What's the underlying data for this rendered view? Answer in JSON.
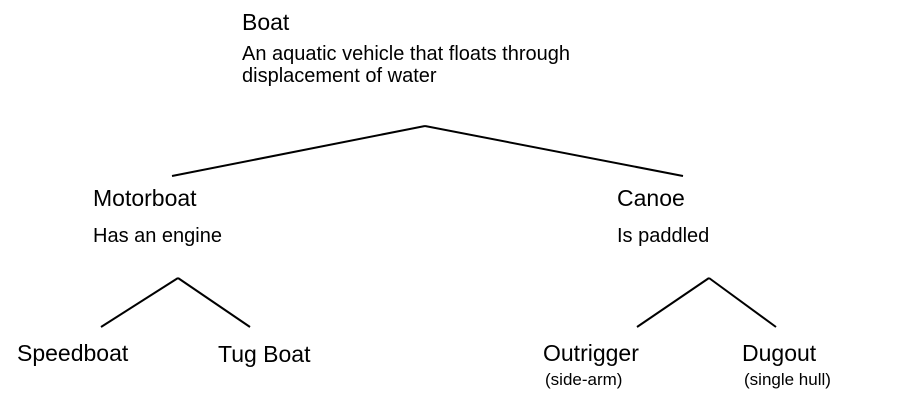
{
  "root": {
    "name": "Boat",
    "description_line1": "An aquatic vehicle that floats through",
    "description_line2": "displacement of water"
  },
  "left_branch": {
    "name": "Motorboat",
    "description": "Has an engine",
    "children": [
      {
        "name": "Speedboat"
      },
      {
        "name": "Tug Boat"
      }
    ]
  },
  "right_branch": {
    "name": "Canoe",
    "description": "Is paddled",
    "children": [
      {
        "name": "Outrigger",
        "note": "(side-arm)"
      },
      {
        "name": "Dugout",
        "note": "(single hull)"
      }
    ]
  }
}
